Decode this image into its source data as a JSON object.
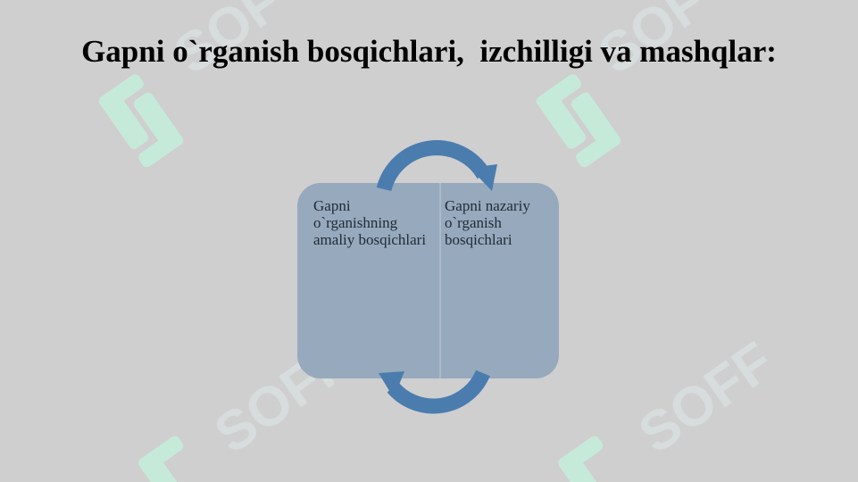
{
  "slide": {
    "title": "Gapni o`rganish bosqichlari,  izchilligi va mashqlar:"
  },
  "diagram": {
    "left_label": "Gapni o`rganishning amaliy bosqichlari",
    "right_label": "Gapni nazariy o`rganish bosqichlari"
  },
  "colors": {
    "background": "#cfcfcf",
    "box_fill": "#97a9bd",
    "arrow": "#4b7cae",
    "watermark": "#c3f0dd"
  }
}
